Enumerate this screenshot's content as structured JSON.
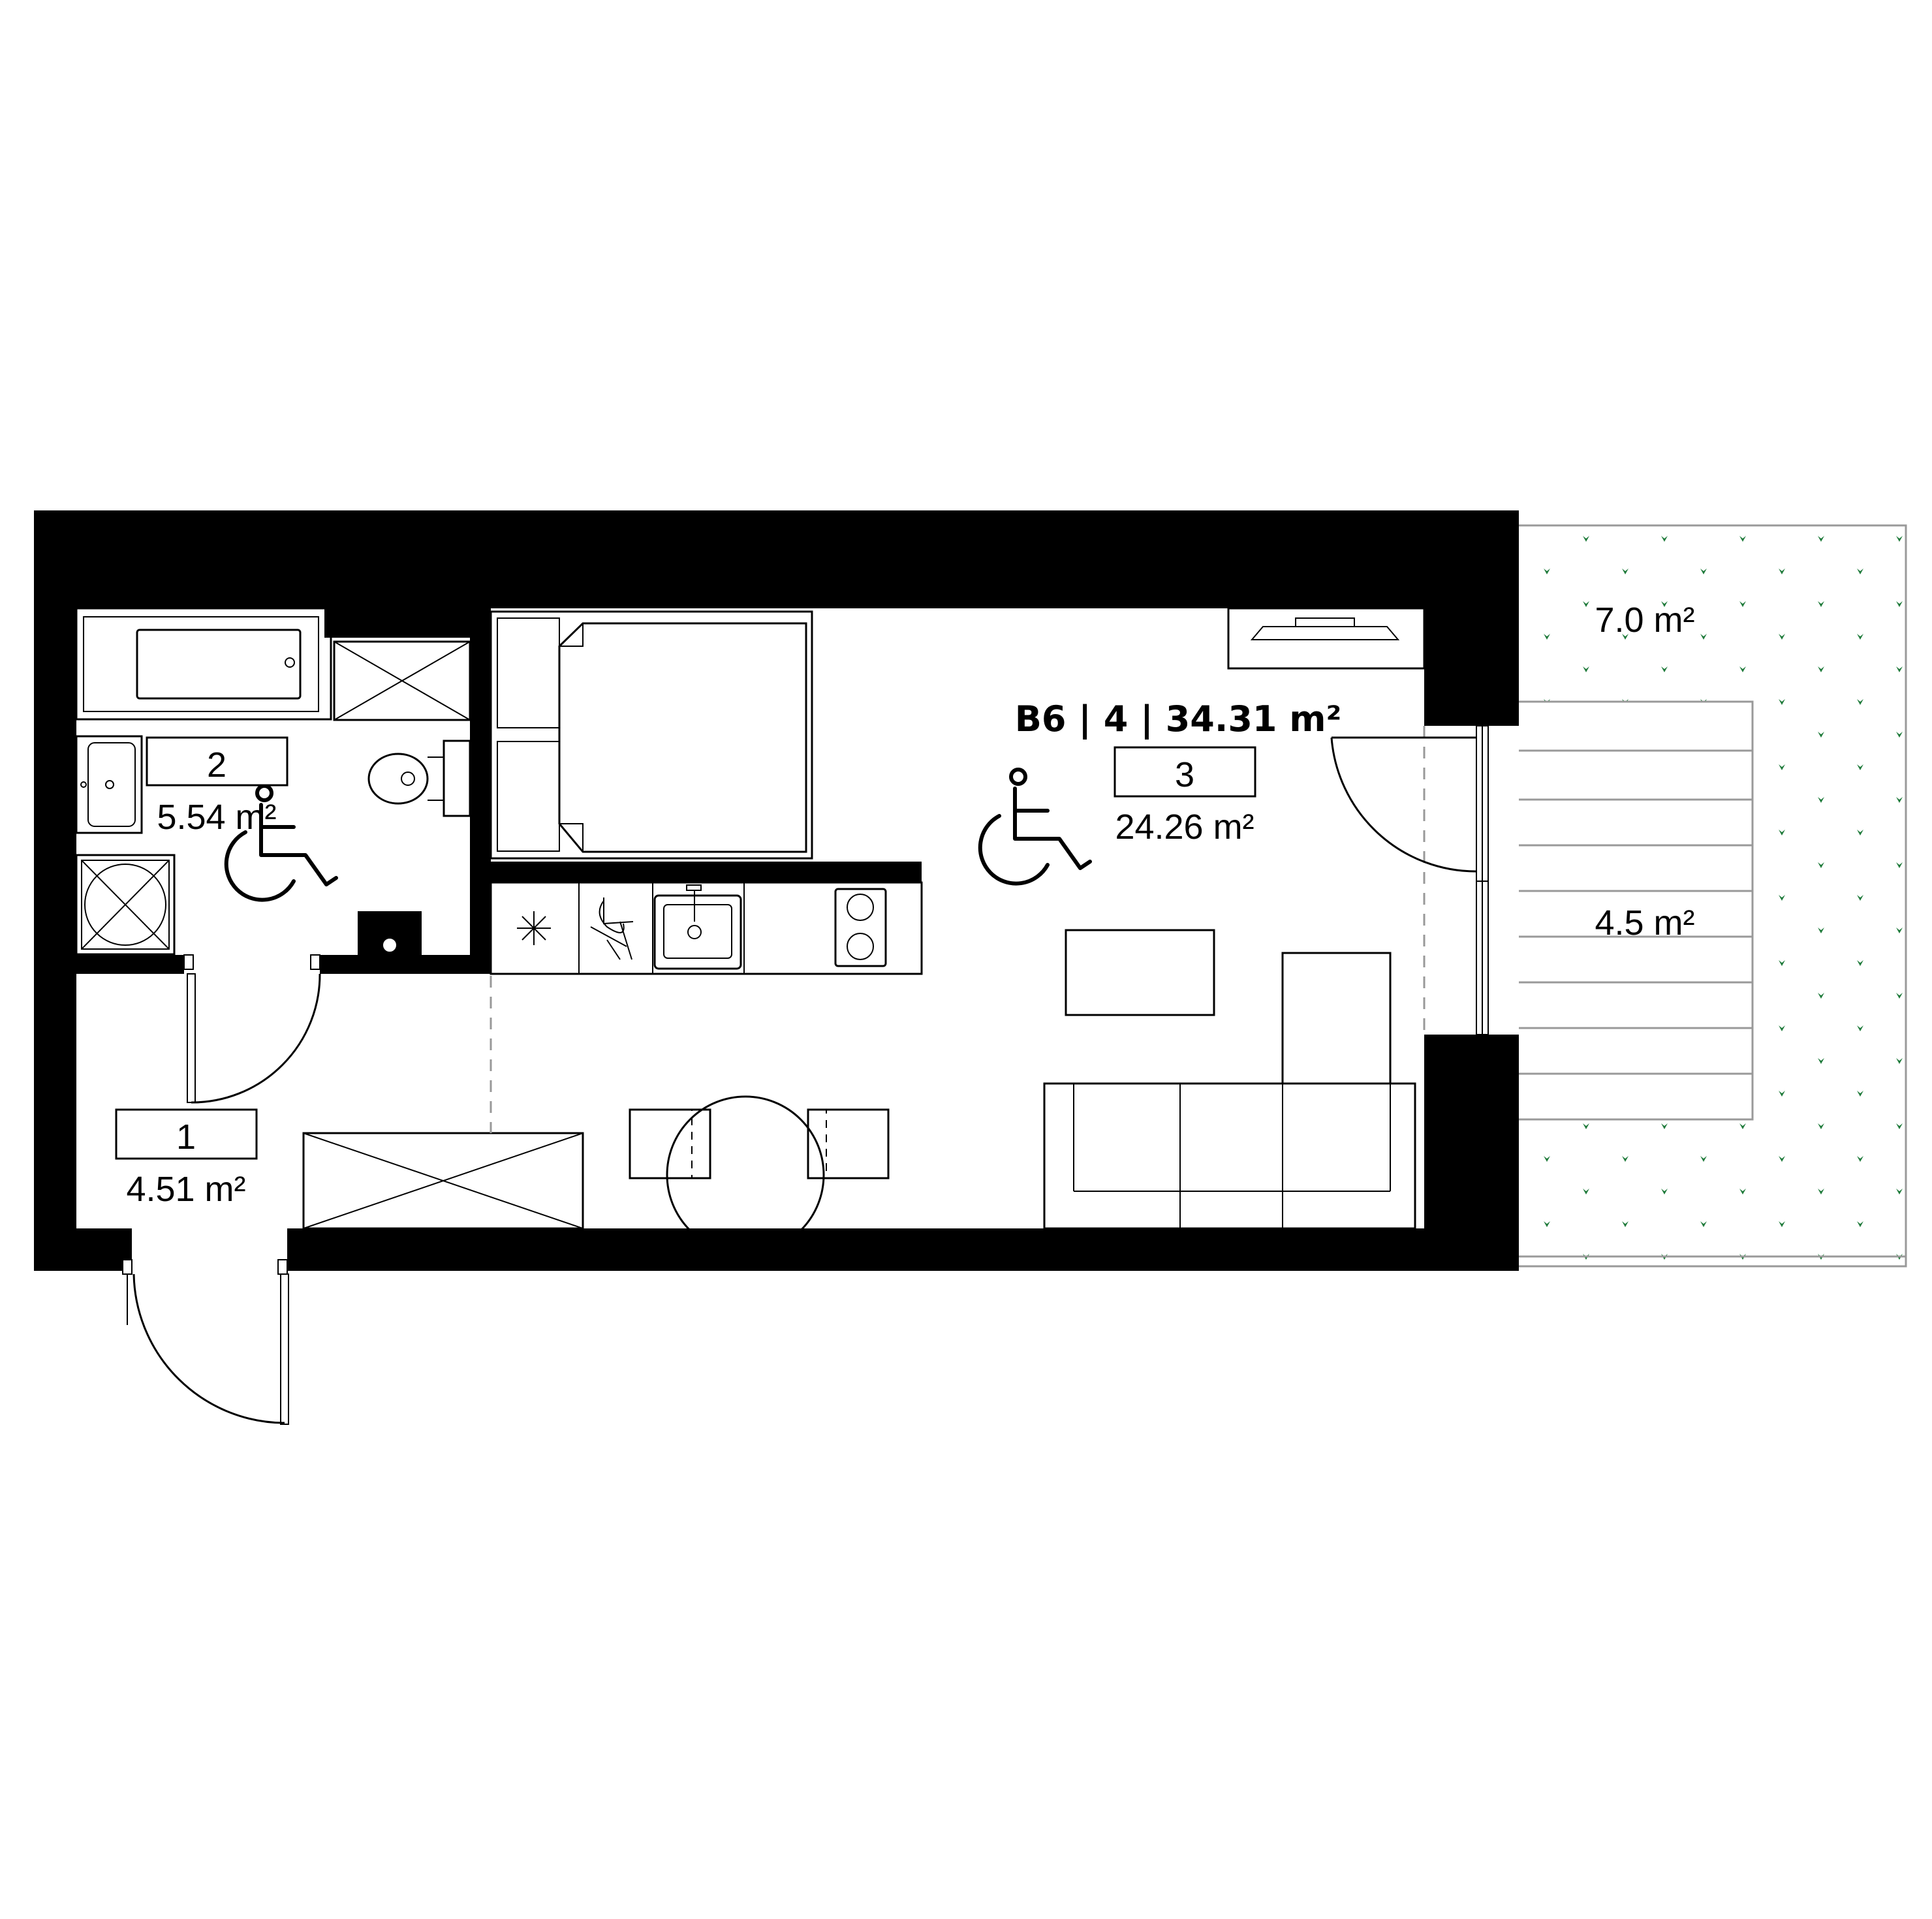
{
  "unit_title": "B6 | 4 | 34.31 m²",
  "rooms": [
    {
      "number": "1",
      "area": "4.51 m²"
    },
    {
      "number": "2",
      "area": "5.54 m²"
    },
    {
      "number": "3",
      "area": "24.26 m²"
    }
  ],
  "outdoor": [
    {
      "area": "7.0 m²"
    },
    {
      "area": "4.5 m²"
    }
  ],
  "colors": {
    "wall": "#000000",
    "greenery": "#1e7a3a",
    "light_line": "#999999"
  },
  "icons": [
    "wheelchair-icon",
    "wheelchair-icon",
    "meter-icon"
  ]
}
